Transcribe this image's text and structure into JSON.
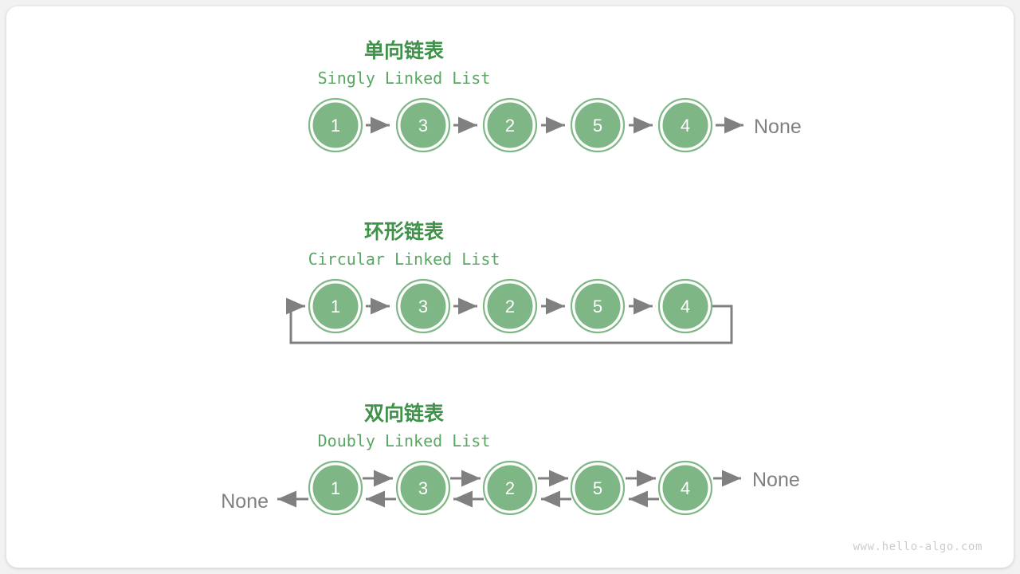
{
  "page": {
    "background_color": "#f2f2f2",
    "card_color": "#ffffff",
    "watermark": "www.hello-algo.com"
  },
  "colors": {
    "title_cn": "#40924b",
    "title_en": "#5aa764",
    "node_fill": "#7eb686",
    "node_ring": "#7fb787",
    "node_text": "#ffffff",
    "arrow": "#808080",
    "none_text": "#808080",
    "watermark": "#cccccc"
  },
  "sections": [
    {
      "id": "singly",
      "title_cn": "单向链表",
      "title_en": "Singly Linked List",
      "nodes": [
        "1",
        "3",
        "2",
        "5",
        "4"
      ],
      "tail_label": "None",
      "head_label": "",
      "has_loop": false,
      "bidirectional": false
    },
    {
      "id": "circular",
      "title_cn": "环形链表",
      "title_en": "Circular Linked List",
      "nodes": [
        "1",
        "3",
        "2",
        "5",
        "4"
      ],
      "tail_label": "",
      "head_label": "",
      "has_loop": true,
      "bidirectional": false
    },
    {
      "id": "doubly",
      "title_cn": "双向链表",
      "title_en": "Doubly Linked List",
      "nodes": [
        "1",
        "3",
        "2",
        "5",
        "4"
      ],
      "tail_label": "None",
      "head_label": "None",
      "has_loop": false,
      "bidirectional": true
    }
  ]
}
